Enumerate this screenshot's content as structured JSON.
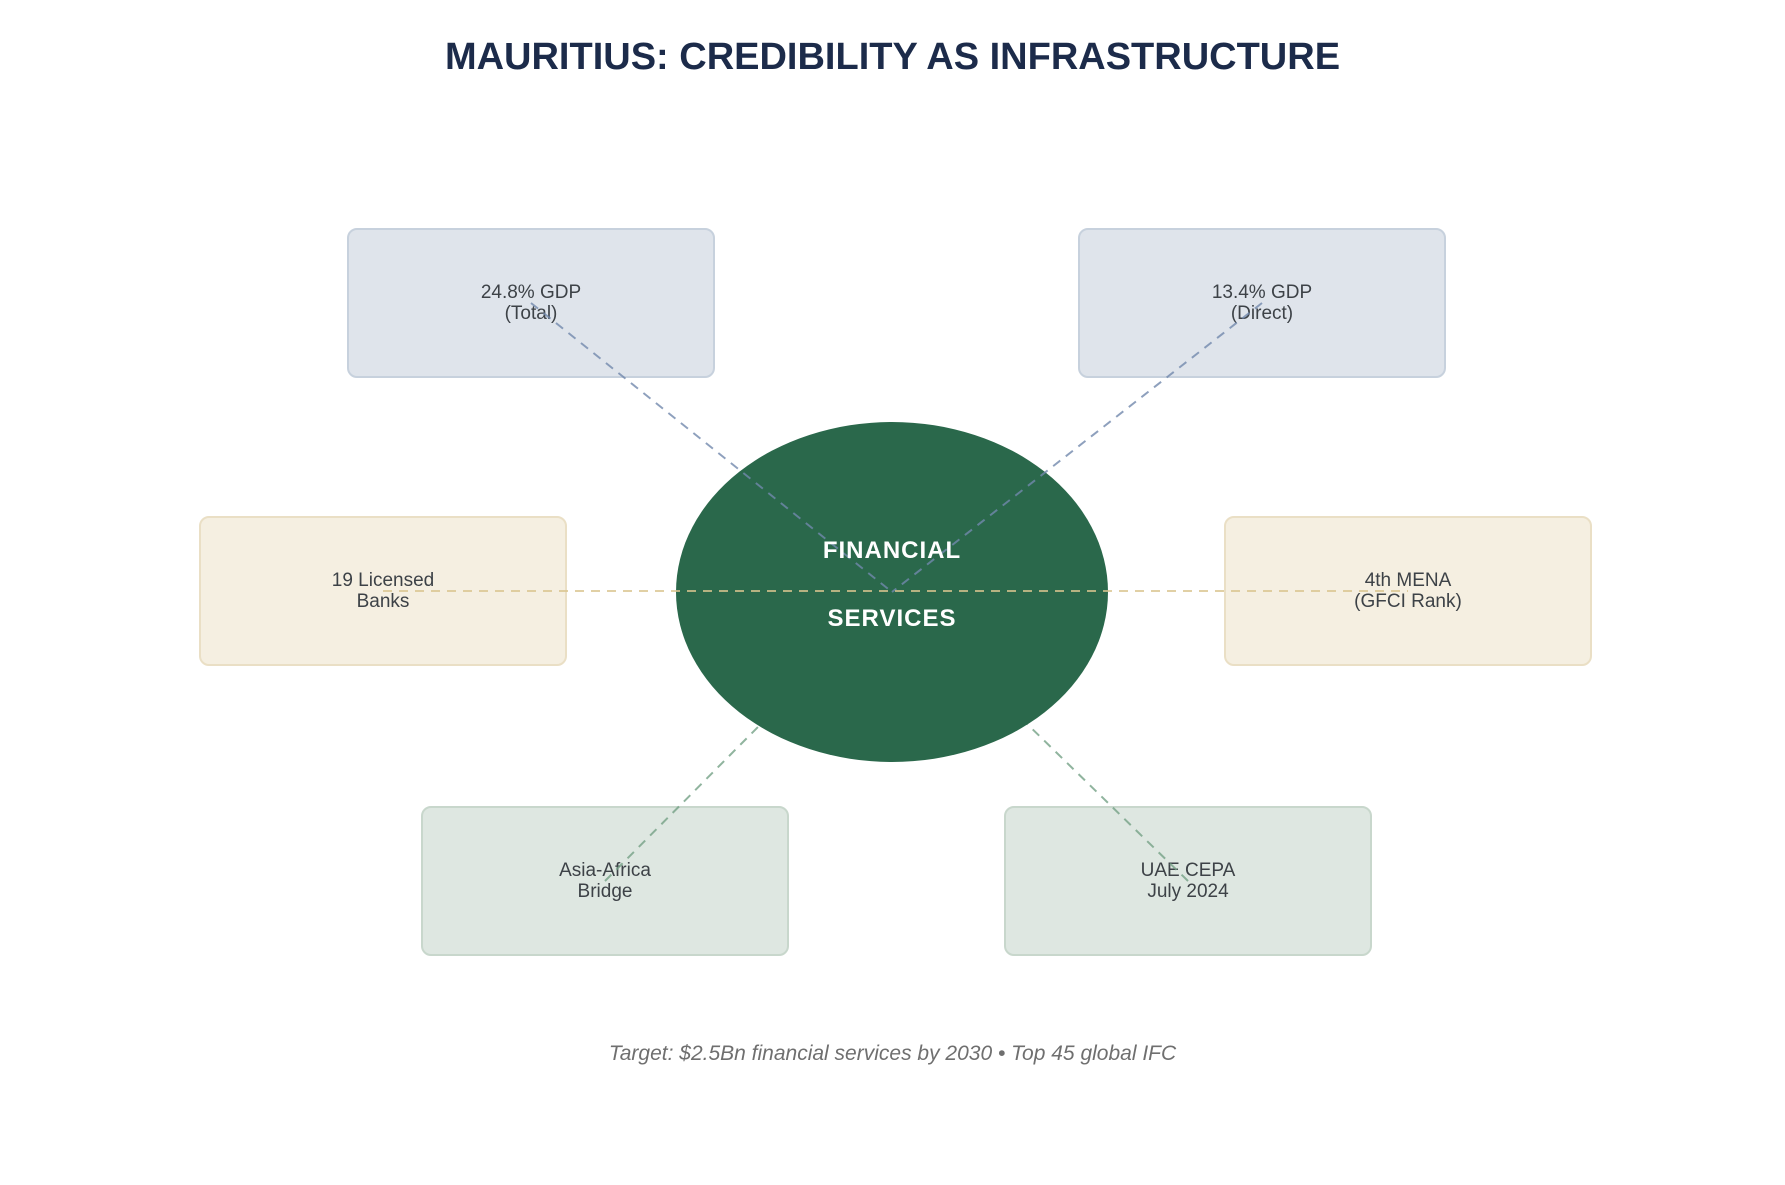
{
  "title": "MAURITIUS: CREDIBILITY AS INFRASTRUCTURE",
  "hub": {
    "line1": "FINANCIAL",
    "line2": "SERVICES"
  },
  "nodes": [
    {
      "id": "gdp-total",
      "line1": "24.8% GDP",
      "line2": "(Total)",
      "category": "gdp-contribution"
    },
    {
      "id": "gdp-direct",
      "line1": "13.4% GDP",
      "line2": "(Direct)",
      "category": "gdp-contribution"
    },
    {
      "id": "licensed-banks",
      "line1": "19 Licensed",
      "line2": "Banks",
      "category": "banking"
    },
    {
      "id": "gfci-rank",
      "line1": "4th MENA",
      "line2": "(GFCI Rank)",
      "category": "banking"
    },
    {
      "id": "asia-africa",
      "line1": "Asia-Africa",
      "line2": "Bridge",
      "category": "positioning"
    },
    {
      "id": "uae-cepa",
      "line1": "UAE CEPA",
      "line2": "July 2024",
      "category": "positioning"
    }
  ],
  "footer": "Target: $2.5Bn financial services by 2030 • Top 45 global IFC",
  "colors": {
    "title_navy": "#1c2b4a",
    "hub_green": "#2a684b",
    "hub_text": "#ffffff",
    "node_blue_fill": "#dfe4eb",
    "node_cream_fill": "#f5efe1",
    "node_green_fill": "#dee7e1",
    "connector_blue": "#7288ad",
    "connector_tan": "#d9c48f",
    "connector_sage": "#74a186",
    "footer_gray": "#6f6f6f"
  }
}
